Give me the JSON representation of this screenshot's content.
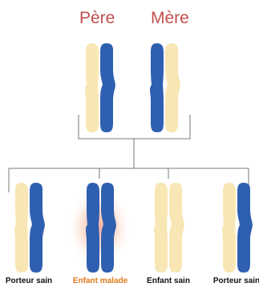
{
  "parents": [
    {
      "label": "Père",
      "left": "cream",
      "right": "blue"
    },
    {
      "label": "Mère",
      "left": "blue",
      "right": "cream"
    }
  ],
  "children": [
    {
      "label": "Porteur sain",
      "left": "cream",
      "right": "blue",
      "affected": false
    },
    {
      "label": "Enfant malade",
      "left": "blue",
      "right": "blue",
      "affected": true
    },
    {
      "label": "Enfant sain",
      "left": "cream",
      "right": "cream",
      "affected": false
    },
    {
      "label": "Porteur sain",
      "left": "cream",
      "right": "blue",
      "affected": false
    }
  ],
  "colors": {
    "cream": "#f8e6b4",
    "blue": "#2f5fb0",
    "parent_label": "#c0504d",
    "child_label": "#111111",
    "affected_label": "#e07a1c",
    "lines": "#7a7a7a",
    "glow": "#f7a58a"
  }
}
